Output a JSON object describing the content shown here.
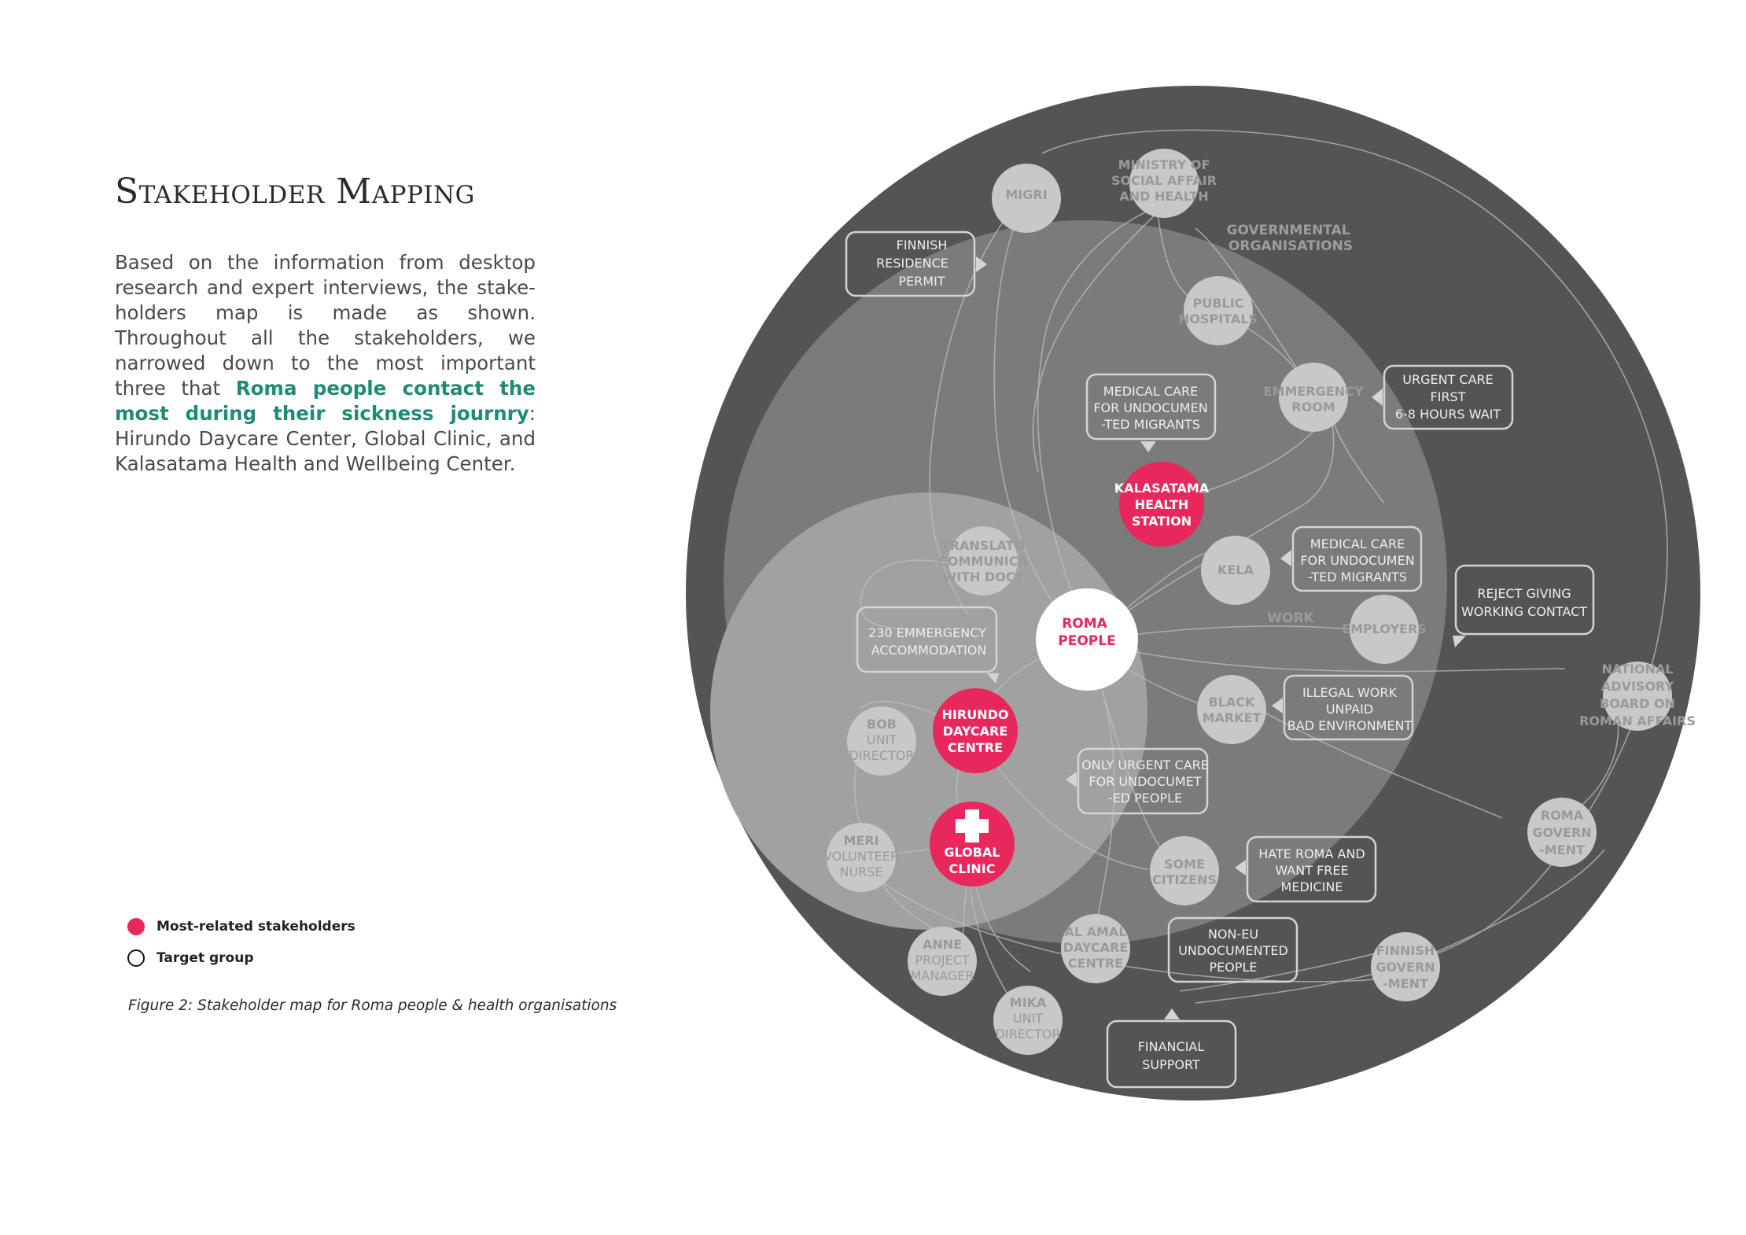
{
  "title": "Stakeholder Mapping",
  "intro": {
    "part1": "Based on the information from desktop research and expert interviews, the stake-holders map is made as shown. Throughout all the stakeholders, we narrowed down to the most important three that ",
    "highlight": "Roma people contact the most during their sickness journry",
    "part2": ": Hirundo Daycare Center, Global Clinic, and Kalasatama Health and Wellbeing Center."
  },
  "legend": {
    "most_related": "Most-related stakeholders",
    "target_group": "Target group"
  },
  "caption": "Figure 2: Stakeholder map for Roma people & health organisations",
  "colors": {
    "accent": "#e8275c",
    "highlight_text": "#1f8b73",
    "outer_ring": "#545454",
    "middle_ring": "#7b7b7b",
    "inner_ring": "#a1a1a1"
  },
  "zones": {
    "governmental": [
      "GOVERNMENTAL",
      "ORGANISATIONS"
    ],
    "work": [
      "WORK"
    ]
  },
  "nodes": {
    "migri": [
      "MIGRI"
    ],
    "ministry": [
      "MINISTRY OF",
      "SOCIAL AFFAIR",
      "AND HEALTH"
    ],
    "public_hospitals": [
      "PUBLIC",
      "HOSPITALS"
    ],
    "emergency_room": [
      "EMMERGENCY",
      "ROOM"
    ],
    "kalasatama": [
      "KALASATAMA",
      "HEALTH",
      "STATION"
    ],
    "translator": [
      "TRANSLATO",
      "COMMUNICA",
      "WITH DOCT"
    ],
    "kela": [
      "KELA"
    ],
    "roma_people": [
      "ROMA",
      "PEOPLE"
    ],
    "employers": [
      "EMPLOYERS"
    ],
    "black_market": [
      "BLACK",
      "MARKET"
    ],
    "hirundo": [
      "HIRUNDO",
      "DAYCARE",
      "CENTRE"
    ],
    "bob": [
      "BOB",
      "UNIT",
      "DIRECTOR"
    ],
    "global_clinic": [
      "GLOBAL",
      "CLINIC"
    ],
    "meri": [
      "MERI",
      "VOLUNTEER",
      "NURSE"
    ],
    "some_citizens": [
      "SOME",
      "CITIZENS"
    ],
    "national_advisory": [
      "NATIONAL",
      "ADVISORY",
      "BOARD ON",
      "ROMAN AFFAIRS"
    ],
    "roma_government": [
      "ROMA",
      "GOVERN",
      "-MENT"
    ],
    "finnish_government": [
      "FINNISH",
      "GOVERN",
      "-MENT"
    ],
    "anne": [
      "ANNE",
      "PROJECT",
      "MANAGER"
    ],
    "al_amal": [
      "AL AMAL",
      "DAYCARE",
      "CENTRE"
    ],
    "mika": [
      "MIKA",
      "UNIT",
      "DIRECTOR"
    ]
  },
  "callouts": {
    "residence_permit": [
      "FINNISH",
      "RESIDENCE",
      "PERMIT"
    ],
    "medical_care_kalasatama": [
      "MEDICAL CARE",
      "FOR UNDOCUMEN",
      "-TED MIGRANTS"
    ],
    "urgent_care": [
      "URGENT CARE",
      "FIRST",
      "6-8 HOURS WAIT"
    ],
    "medical_care_kela": [
      "MEDICAL CARE",
      "FOR UNDOCUMEN",
      "-TED MIGRANTS"
    ],
    "reject_giving": [
      "REJECT GIVING",
      "WORKING CONTACT"
    ],
    "emergency_accommodation": [
      "230 EMMERGENCY",
      "ACCOMMODATION"
    ],
    "illegal_work": [
      "ILLEGAL WORK",
      "UNPAID",
      "BAD ENVIRONMENT"
    ],
    "only_urgent_care": [
      "ONLY URGENT CARE",
      "FOR UNDOCUMET",
      "-ED PEOPLE"
    ],
    "hate_roma": [
      "HATE ROMA AND",
      "WANT FREE",
      "MEDICINE"
    ],
    "non_eu": [
      "NON-EU",
      "UNDOCUMENTED",
      "PEOPLE"
    ],
    "financial_support": [
      "FINANCIAL",
      "SUPPORT"
    ]
  }
}
